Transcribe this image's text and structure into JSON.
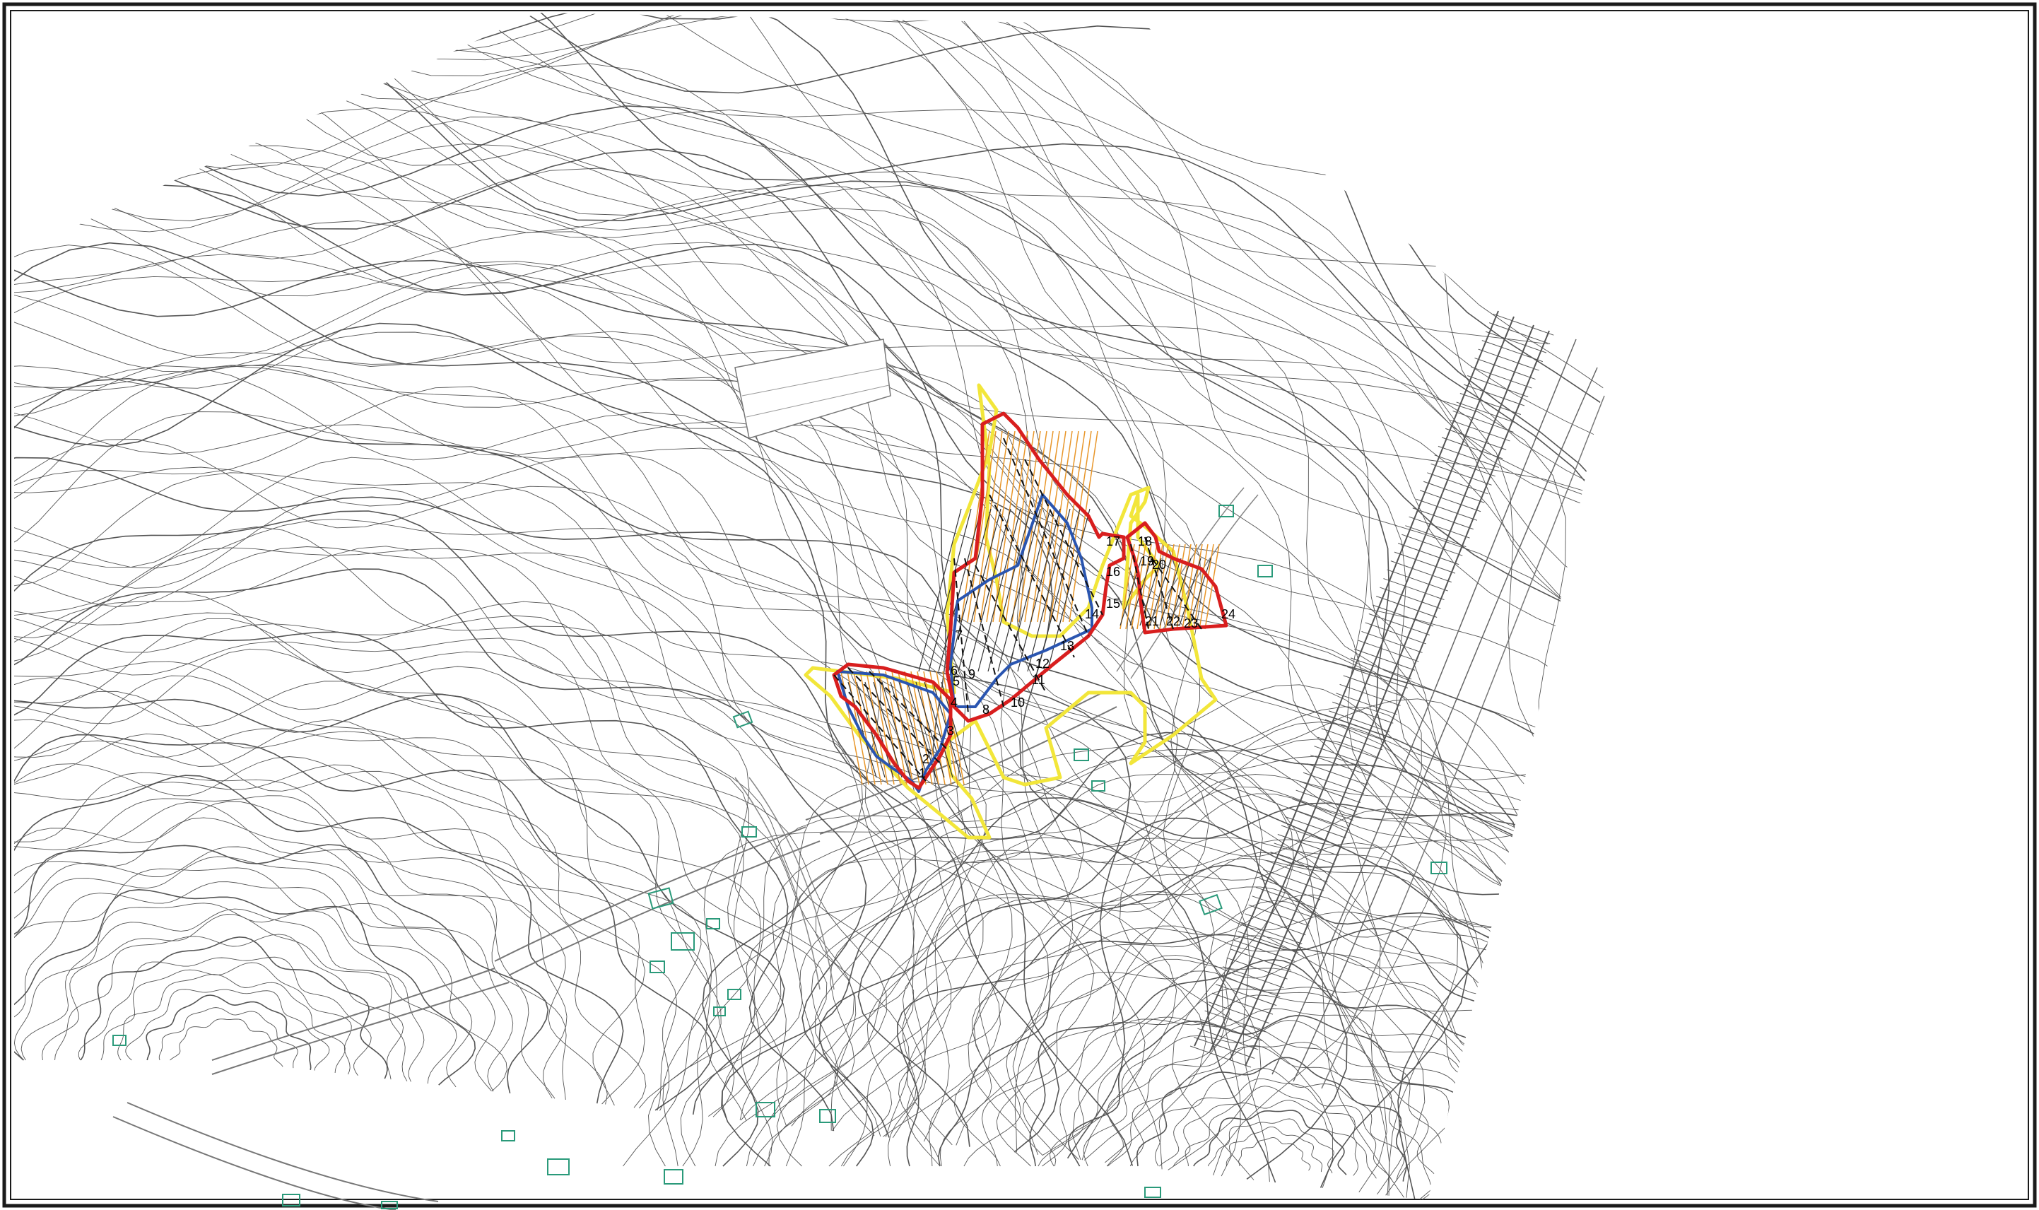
{
  "map": {
    "kind": "topographic-contour-survey",
    "colors": {
      "contour": "#555555",
      "frame": "#1a1a1a",
      "red_boundary": "#d81e1e",
      "blue_boundary": "#2a55b0",
      "yellow_boundary": "#f2e63a",
      "orange_hatch": "#e8962a",
      "building": "#2a9a7a",
      "railway": "#555555"
    },
    "icons": [
      "building-icon",
      "railway-track",
      "road"
    ],
    "section_labels": [
      "1",
      "2",
      "3",
      "4",
      "5",
      "6",
      "7",
      "8",
      "9",
      "10",
      "11",
      "12",
      "13",
      "14",
      "15",
      "16",
      "17",
      "18",
      "19",
      "20",
      "21",
      "22",
      "23",
      "24"
    ]
  }
}
